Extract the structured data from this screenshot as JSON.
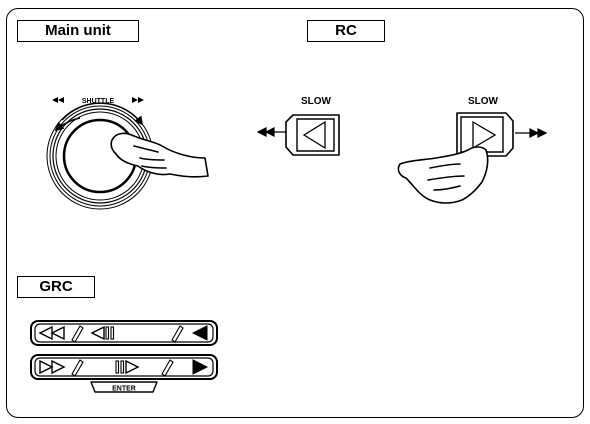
{
  "labels": {
    "main_unit": "Main unit",
    "rc": "RC",
    "grc": "GRC"
  },
  "shuttle": {
    "label": "SHUTTLE"
  },
  "rc_buttons": {
    "slow_left": "SLOW",
    "slow_right": "SLOW"
  },
  "grc_panel": {
    "enter_label": "ENTER"
  },
  "icons": [
    "shuttle-dial-icon",
    "hand-pointer-icon",
    "slow-reverse-icon",
    "slow-forward-icon",
    "rewind-icon",
    "fast-forward-icon",
    "step-back-icon",
    "step-forward-icon",
    "play-reverse-icon",
    "play-forward-icon"
  ],
  "colors": {
    "line": "#000000",
    "background": "#ffffff"
  }
}
